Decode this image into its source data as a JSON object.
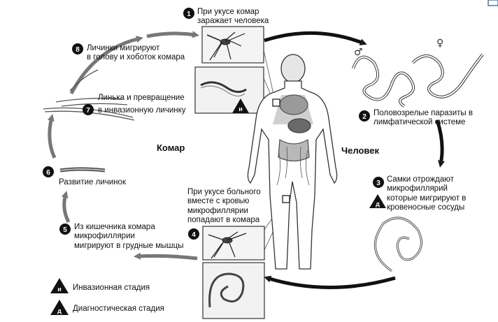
{
  "steps": [
    {
      "num": "1",
      "lines": [
        "При укусе комар",
        "заражает человека"
      ]
    },
    {
      "num": "2",
      "lines": [
        "Половозрелые паразиты в",
        "лимфатической системе"
      ]
    },
    {
      "num": "3",
      "lines": [
        "Самки отрождают",
        "микрофиллярий",
        "которые мигрируют в",
        "кровеносные сосуды"
      ]
    },
    {
      "num": "4",
      "lines": [
        "При укусе больного",
        "вместе с кровью",
        "микрофиллярии",
        "попадают в комара"
      ]
    },
    {
      "num": "5",
      "lines": [
        "Из кишечника комара",
        "микрофиллярии",
        "мигрируют в грудные мышцы"
      ]
    },
    {
      "num": "6",
      "lines": [
        "Развитие личинок"
      ]
    },
    {
      "num": "7",
      "lines": [
        "Линька и превращение",
        "в инвазионную личинку"
      ]
    },
    {
      "num": "8",
      "lines": [
        "Личинки мигрируют",
        "в голову и хоботок комара"
      ]
    }
  ],
  "hosts": {
    "mosquito": "Комар",
    "human": "Человек"
  },
  "sex_symbols": {
    "male": "♂",
    "female": "♀"
  },
  "legend": {
    "invasive": {
      "mark": "и",
      "label": "Инвазионная стадия"
    },
    "diagnostic": {
      "mark": "д",
      "label": "Диагностическая стадия"
    }
  },
  "icons": [
    "mosquito-illustration",
    "human-body-illustration",
    "adult-worm-illustration",
    "microfilaria-illustration",
    "larva-illustration"
  ]
}
